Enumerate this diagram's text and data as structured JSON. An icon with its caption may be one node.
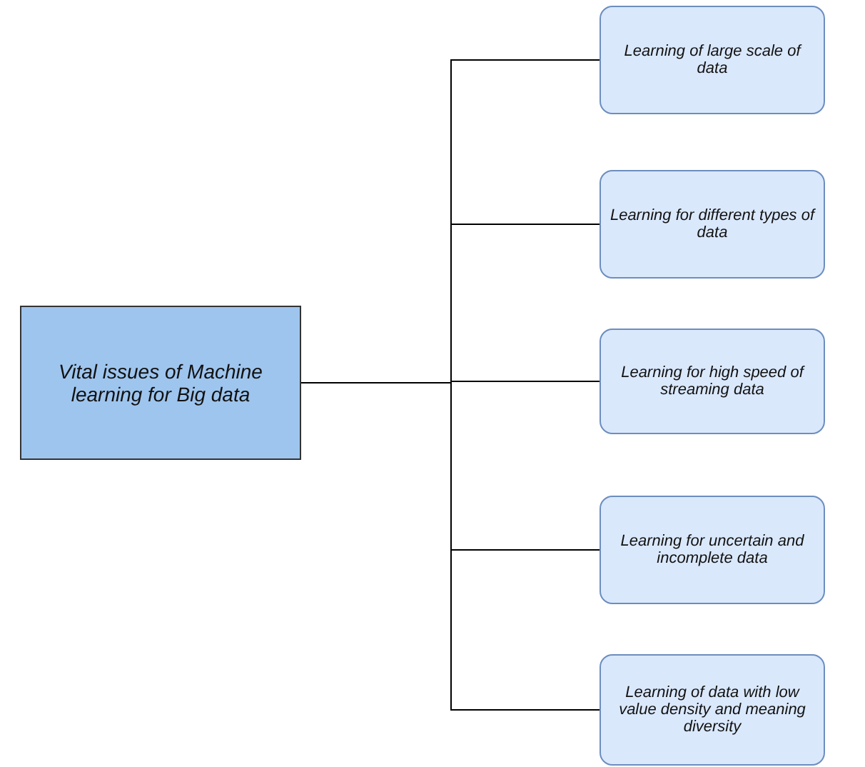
{
  "diagram": {
    "nodes": [
      {
        "text": [
          "Vital issues of Machine learning for Big data"
        ]
      },
      {
        "text": [
          "Learning of large scale of data"
        ]
      },
      {
        "text": [
          "Learning for different types of data"
        ]
      },
      {
        "text": [
          "Learning for high speed of streaming data"
        ]
      },
      {
        "text": [
          "Learning for uncertain and incomplete data"
        ]
      },
      {
        "text": [
          "Learning of data with low value density and meaning diversity"
        ]
      }
    ],
    "edges": [
      {
        "from": 0,
        "to": 1,
        "arrow": "none"
      },
      {
        "from": 0,
        "to": 2,
        "arrow": "none"
      },
      {
        "from": 0,
        "to": 3,
        "arrow": "none"
      },
      {
        "from": 0,
        "to": 4,
        "arrow": "none"
      },
      {
        "from": 0,
        "to": 5,
        "arrow": "none"
      }
    ]
  }
}
